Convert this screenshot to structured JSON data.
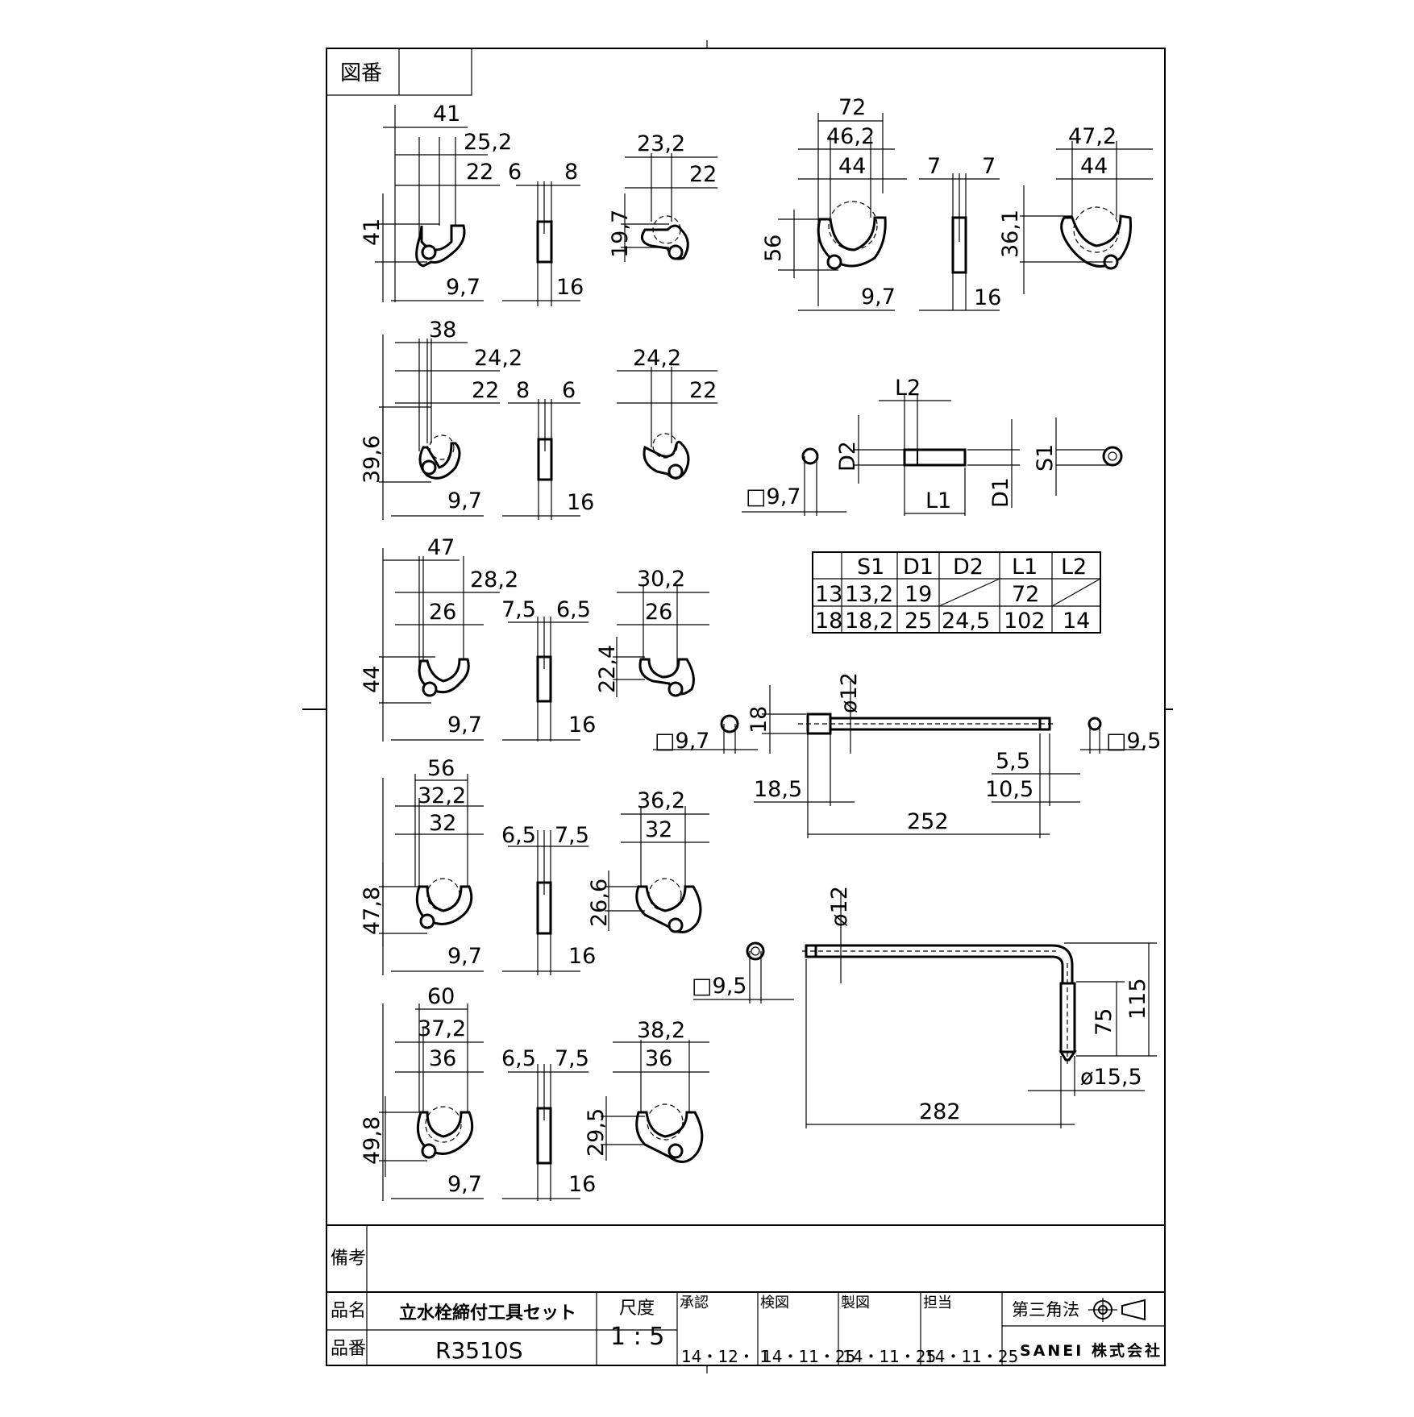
{
  "header": {
    "figure_no_label": "図番",
    "figure_no_value": ""
  },
  "wrenches": [
    {
      "top": "41",
      "mid": "25,2",
      "inner": "22",
      "height": "41",
      "bottom": "9,7",
      "side_a": "6",
      "side_b": "8",
      "side_w": "16"
    },
    {
      "top": "23,2",
      "inner": "22",
      "height": "19,7"
    },
    {
      "top": "72",
      "mid": "46,2",
      "inner": "44",
      "height": "56",
      "bottom": "9,7",
      "side_a": "7",
      "side_b": "7",
      "side_w": "16"
    },
    {
      "top": "47,2",
      "inner": "44",
      "height": "36,1"
    },
    {
      "top": "38",
      "mid": "24,2",
      "inner": "22",
      "height": "39,6",
      "bottom": "9,7",
      "side_a": "8",
      "side_b": "6",
      "side_w": "16"
    },
    {
      "top": "24,2",
      "inner": "22"
    },
    {
      "top": "47",
      "mid": "28,2",
      "inner": "26",
      "height": "44",
      "bottom": "9,7",
      "side_a": "7,5",
      "side_b": "6,5",
      "side_w": "16"
    },
    {
      "top": "30,2",
      "inner": "26",
      "height": "22,4"
    },
    {
      "top": "56",
      "mid": "32,2",
      "inner": "32",
      "height": "47,8",
      "bottom": "9,7",
      "side_a": "6,5",
      "side_b": "7,5",
      "side_w": "16"
    },
    {
      "top": "36,2",
      "inner": "32",
      "height": "26,6"
    },
    {
      "top": "60",
      "mid": "37,2",
      "inner": "36",
      "height": "49,8",
      "bottom": "9,7",
      "side_a": "6,5",
      "side_b": "7,5",
      "side_w": "16"
    },
    {
      "top": "38,2",
      "inner": "36",
      "height": "29,5"
    }
  ],
  "socket": {
    "sq": "□9,7",
    "l2": "L2",
    "d2": "D2",
    "l1": "L1",
    "d1": "D1",
    "s1": "S1"
  },
  "spec_table": {
    "headers": [
      "",
      "S1",
      "D1",
      "D2",
      "L1",
      "L2"
    ],
    "rows": [
      [
        "13",
        "13,2",
        "19",
        "",
        "72",
        ""
      ],
      [
        "18",
        "18,2",
        "25",
        "24,5",
        "102",
        "14"
      ]
    ]
  },
  "handle_bar": {
    "phi": "ø12",
    "h18": "18",
    "sq_left": "□9,7",
    "sq_right": "□9,5",
    "d55": "5,5",
    "d105": "10,5",
    "d185": "18,5",
    "length": "252"
  },
  "l_handle": {
    "phi": "ø12",
    "sq": "□9,5",
    "h75": "75",
    "h115": "115",
    "phi155": "ø15,5",
    "length": "282"
  },
  "title_block": {
    "remarks_label": "備考",
    "name_label": "品名",
    "name_value": "立水栓締付工具セット",
    "number_label": "品番",
    "number_value": "R3510S",
    "scale_label": "尺度",
    "scale_value": "1 : 5",
    "approved_label": "承認",
    "approved_date": "14・12・ 1",
    "checked_label": "検図",
    "checked_date": "14・11・25",
    "drawn_label": "製図",
    "drawn_date": "14・11・25",
    "charge_label": "担当",
    "charge_date": "14・11・25",
    "projection": "第三角法",
    "company": "SANEI 株式会社"
  }
}
